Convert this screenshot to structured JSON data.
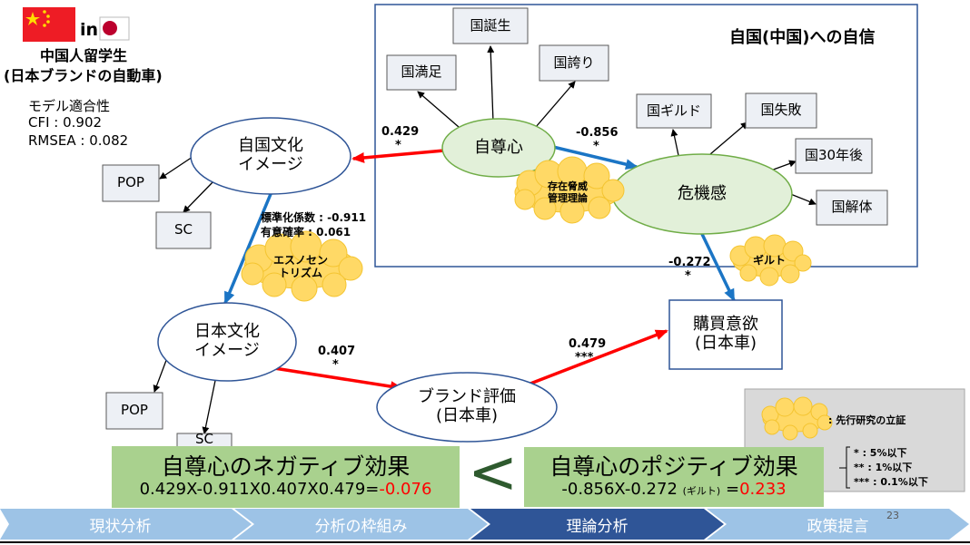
{
  "header": {
    "in_label": "in",
    "subject_line1": "中国人留学生",
    "subject_line2": "(日本ブランドの自動車)"
  },
  "fit": {
    "label": "モデル適合性",
    "cfi": "CFI : 0.902",
    "rmsea": "RMSEA : 0.082"
  },
  "panel": {
    "title": "自国(中国)への自信"
  },
  "nodes": {
    "jiso": "自尊心",
    "kiki": "危機感",
    "kuni_manzoku": "国満足",
    "kuni_tanjo": "国誕生",
    "kuni_hokori": "国誇り",
    "kuni_guild": "国ギルド",
    "kuni_shippai": "国失敗",
    "kuni_30": "国30年後",
    "kuni_kaitai": "国解体",
    "jikoku_line1": "自国文化",
    "jikoku_line2": "イメージ",
    "pop1": "POP",
    "sc1": "SC",
    "nihon_line1": "日本文化",
    "nihon_line2": "イメージ",
    "pop2": "POP",
    "sc2": "SC",
    "brand_line1": "ブランド評価",
    "brand_line2": "(日本車)",
    "kobai_line1": "購買意欲",
    "kobai_line2": "(日本車)"
  },
  "clouds": {
    "sonzai_line1": "存在脅威",
    "sonzai_line2": "管理理論",
    "ethno_line1": "エスノセン",
    "ethno_line2": "トリズム",
    "guilt": "ギルト"
  },
  "paths": {
    "jiso_to_jikoku_coef": "0.429",
    "jiso_to_jikoku_sig": "*",
    "jiso_to_kiki_coef": "-0.856",
    "jiso_to_kiki_sig": "*",
    "jikoku_to_nihon_line1": "標準化係数 : -0.911",
    "jikoku_to_nihon_line2": "有意確率 : 0.061",
    "nihon_to_brand_coef": "0.407",
    "nihon_to_brand_sig": "*",
    "brand_to_kobai_coef": "0.479",
    "brand_to_kobai_sig": "***",
    "kiki_to_kobai_coef": "-0.272",
    "kiki_to_kobai_sig": "*"
  },
  "legend": {
    "cloud_label": ": 先行研究の立証",
    "sig1": "* : 5%以下",
    "sig2": "** : 1%以下",
    "sig3": "*** : 0.1%以下"
  },
  "negative": {
    "title": "自尊心のネガティブ効果",
    "formula": "0.429X-0.911X0.407X0.479=",
    "result": "-0.076"
  },
  "comparison_symbol": "<",
  "positive": {
    "title": "自尊心のポジティブ効果",
    "formula_prefix": "-0.856X-0.272",
    "formula_note": "(ギルト)",
    "formula_eq": "=",
    "result": "0.233"
  },
  "page_number": "23",
  "nav": {
    "items": [
      "現状分析",
      "分析の枠組み",
      "理論分析",
      "政策提言"
    ],
    "active_index": 2
  },
  "colors": {
    "red_arrow": "#ff0000",
    "blue_arrow": "#1b75c5",
    "green_node": "#e2f0d9",
    "cloud": "#ffd966",
    "callout_green": "#a9d18e",
    "legend_bg": "#d9d9d9",
    "nav_inactive": "#9dc3e6",
    "nav_active": "#2f5597"
  },
  "icons": {
    "china_flag": "china-flag-icon",
    "japan_flag": "japan-flag-icon"
  }
}
